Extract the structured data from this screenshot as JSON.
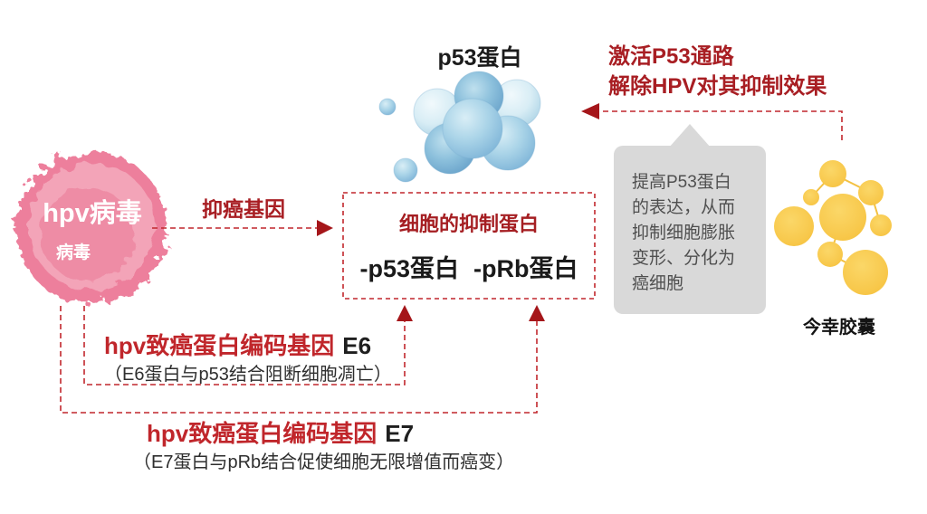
{
  "p53": {
    "label": "p53蛋白"
  },
  "virus": {
    "title": "hpv病毒",
    "subtitle": "病毒"
  },
  "suppressor_arrow": {
    "label": "抑癌基因"
  },
  "activation_note": {
    "line1": "激活P53通路",
    "line2": "解除HPV对其抑制效果"
  },
  "center_box": {
    "title": "细胞的抑制蛋白",
    "item1": "-p53蛋白",
    "item2": "-pRb蛋白"
  },
  "callout": {
    "line1": "提高P53蛋白",
    "line2": "的表达，从而",
    "line3": "抑制细胞膨胀",
    "line4": "变形、分化为",
    "line5": "癌细胞"
  },
  "capsule": {
    "label": "今幸胶囊"
  },
  "gene_e6": {
    "title": "hpv致癌蛋白编码基因",
    "code": "E6",
    "subtitle": "（E6蛋白与p53结合阻断细胞凋亡）"
  },
  "gene_e7": {
    "title": "hpv致癌蛋白编码基因",
    "code": "E7",
    "subtitle": "（E7蛋白与pRb结合促使细胞无限增值而癌变）"
  },
  "colors": {
    "accent_red_text": "#a81e23",
    "bright_red_text": "#c0262b",
    "dashed_line_red": "#c1272d",
    "arrowhead_red": "#a5161a",
    "virus_pink": "#ed7f9c",
    "virus_pink_light": "#f3a4b8",
    "bubble_blue": "#7fb5d8",
    "capsule_yellow": "#f7c843",
    "callout_bg": "#d9d9d9",
    "callout_text": "#4f4f4f",
    "text_black": "#1c1c1c"
  }
}
